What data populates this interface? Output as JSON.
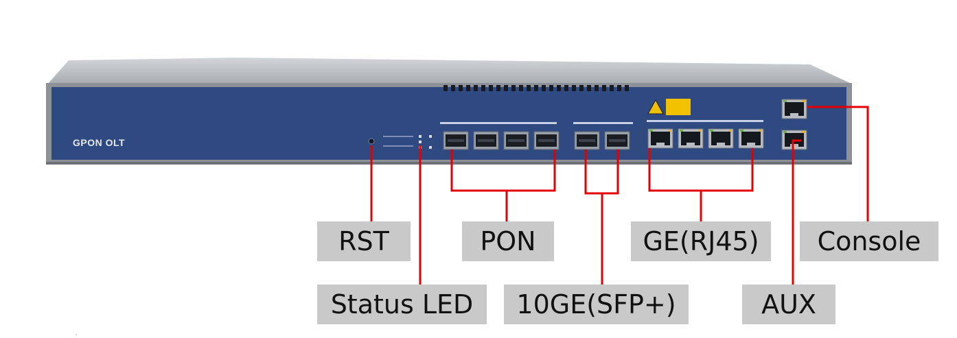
{
  "device": {
    "name": "GPON OLT",
    "panel_color": "#2f4a80",
    "callout_color": "#e60000"
  },
  "labels": {
    "rst": "RST",
    "status_led": "Status LED",
    "pon": "PON",
    "sfp": "10GE(SFP+)",
    "ge": "GE(RJ45)",
    "aux": "AUX",
    "console": "Console"
  },
  "ports": {
    "pon_count": 4,
    "sfp_count": 2,
    "ge_count": 4,
    "mgmt": [
      "Console",
      "AUX"
    ]
  }
}
